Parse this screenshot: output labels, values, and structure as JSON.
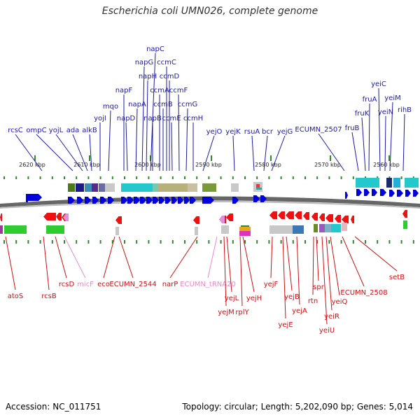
{
  "title": "Escherichia coli UMN026, complete genome",
  "footer": {
    "accession": "Accession: NC_011751",
    "summary": "Topology: circular; Length: 5,202,090 bp; Genes: 5,014"
  },
  "colors": {
    "forward_gene": "#0000dd",
    "reverse_gene": "#ee1111",
    "forward_label": "#1a1aa6",
    "reverse_label": "#cc1111",
    "rna_label": "#ee88cc",
    "tick": "#2e8b2e",
    "backbone": "#666666"
  },
  "scale": {
    "ticks": [
      {
        "label": "2620 kbp"
      },
      {
        "label": "2610 kbp"
      },
      {
        "label": "2600 kbp"
      },
      {
        "label": "2590 kbp"
      },
      {
        "label": "2580 kbp"
      },
      {
        "label": "2570 kbp"
      },
      {
        "label": "2560 kbp"
      }
    ]
  },
  "forward_labels": [
    {
      "text": "rcsC"
    },
    {
      "text": "ompC"
    },
    {
      "text": "yojL"
    },
    {
      "text": "ada"
    },
    {
      "text": "alkB"
    },
    {
      "text": "yojI"
    },
    {
      "text": "mqo"
    },
    {
      "text": "napF"
    },
    {
      "text": "napD"
    },
    {
      "text": "napA"
    },
    {
      "text": "napG"
    },
    {
      "text": "napH"
    },
    {
      "text": "napC"
    },
    {
      "text": "napB"
    },
    {
      "text": "ccmA"
    },
    {
      "text": "ccmB"
    },
    {
      "text": "ccmC"
    },
    {
      "text": "ccmD"
    },
    {
      "text": "ccmE"
    },
    {
      "text": "ccmF"
    },
    {
      "text": "ccmG"
    },
    {
      "text": "ccmH"
    },
    {
      "text": "yejO"
    },
    {
      "text": "yejK"
    },
    {
      "text": "rsuA"
    },
    {
      "text": "bcr"
    },
    {
      "text": "yejG"
    },
    {
      "text": "ECUMN_2507"
    },
    {
      "text": "fruB"
    },
    {
      "text": "fruK"
    },
    {
      "text": "fruA"
    },
    {
      "text": "yeiC"
    },
    {
      "text": "yeiN"
    },
    {
      "text": "yeiM"
    },
    {
      "text": "rihB"
    }
  ],
  "reverse_labels": [
    {
      "text": "atoS",
      "type": "gene"
    },
    {
      "text": "rcsB",
      "type": "gene"
    },
    {
      "text": "rcsD",
      "type": "gene"
    },
    {
      "text": "micF",
      "type": "rna"
    },
    {
      "text": "eco",
      "type": "gene"
    },
    {
      "text": "ECUMN_2544",
      "type": "gene"
    },
    {
      "text": "narP",
      "type": "gene"
    },
    {
      "text": "ECUMN_tRNA20",
      "type": "rna"
    },
    {
      "text": "yejL",
      "type": "gene"
    },
    {
      "text": "yejM",
      "type": "gene"
    },
    {
      "text": "rplY",
      "type": "gene"
    },
    {
      "text": "yejH",
      "type": "gene"
    },
    {
      "text": "yejF",
      "type": "gene"
    },
    {
      "text": "yejE",
      "type": "gene"
    },
    {
      "text": "yejB",
      "type": "gene"
    },
    {
      "text": "yejA",
      "type": "gene"
    },
    {
      "text": "spr",
      "type": "gene"
    },
    {
      "text": "rtn",
      "type": "gene"
    },
    {
      "text": "yeiR",
      "type": "gene"
    },
    {
      "text": "yeiQ",
      "type": "gene"
    },
    {
      "text": "yeiU",
      "type": "gene"
    },
    {
      "text": "ECUMN_2508",
      "type": "gene"
    },
    {
      "text": "setB",
      "type": "gene"
    }
  ]
}
